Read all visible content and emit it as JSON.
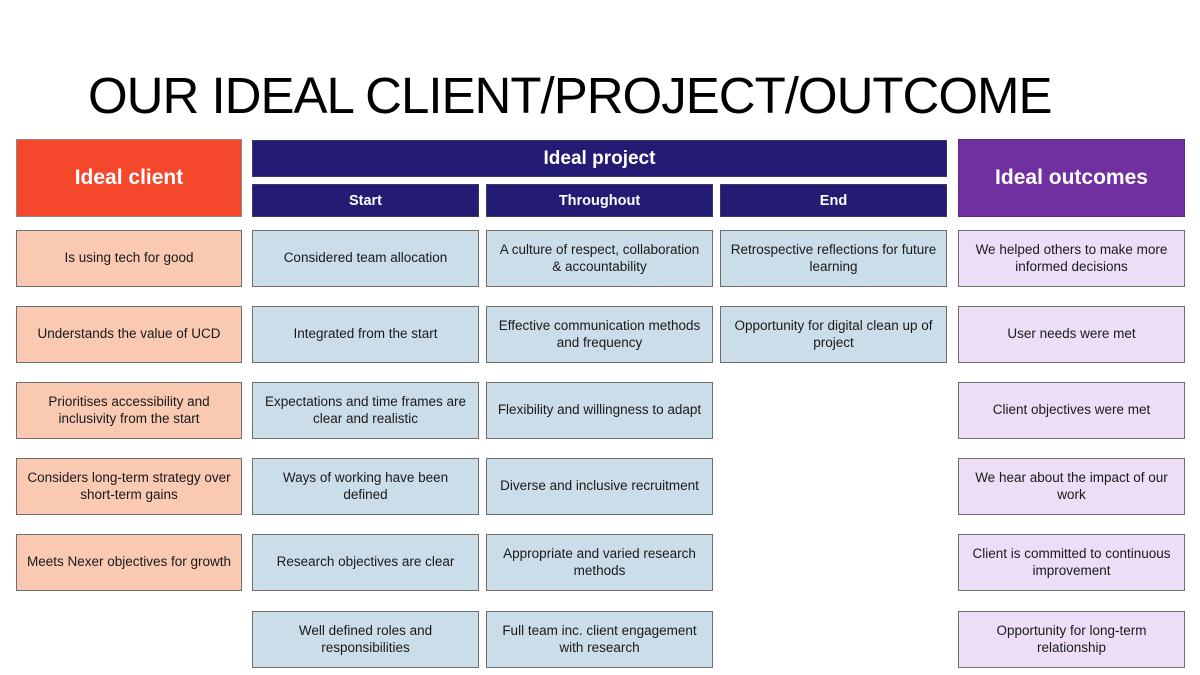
{
  "title": "OUR IDEAL CLIENT/PROJECT/OUTCOME",
  "colors": {
    "client_header": "#F4472B",
    "project_header": "#241B75",
    "outcomes_header": "#7030A0",
    "client_cell": "#F9C9B1",
    "project_cell": "#CBDDE9",
    "outcomes_cell": "#ECDEF6",
    "header_text": "#FFFFFF",
    "cell_text": "#1A1A1A"
  },
  "columns": {
    "client": {
      "header": "Ideal client",
      "cells": [
        "Is using tech for good",
        "Understands the value of UCD",
        "Prioritises accessibility and inclusivity from the start",
        "Considers long-term strategy over short-term gains",
        "Meets Nexer objectives for growth"
      ]
    },
    "project": {
      "header": "Ideal project",
      "subcolumns": {
        "start": {
          "header": "Start",
          "cells": [
            "Considered team allocation",
            "Integrated from the start",
            "Expectations and time frames are clear and realistic",
            "Ways of working have been defined",
            "Research objectives are clear",
            "Well defined roles and responsibilities"
          ]
        },
        "throughout": {
          "header": "Throughout",
          "cells": [
            "A culture of respect, collaboration & accountability",
            "Effective communication methods and frequency",
            "Flexibility and willingness to adapt",
            "Diverse and inclusive recruitment",
            "Appropriate and varied research methods",
            "Full team inc. client engagement with research"
          ]
        },
        "end": {
          "header": "End",
          "cells": [
            "Retrospective reflections for future learning",
            "Opportunity for digital clean up of project"
          ]
        }
      }
    },
    "outcomes": {
      "header": "Ideal outcomes",
      "cells": [
        "We helped others to make more informed decisions",
        "User needs were met",
        "Client objectives were met",
        "We hear about the impact of our work",
        "Client is committed to continuous improvement",
        "Opportunity for long-term relationship"
      ]
    }
  }
}
